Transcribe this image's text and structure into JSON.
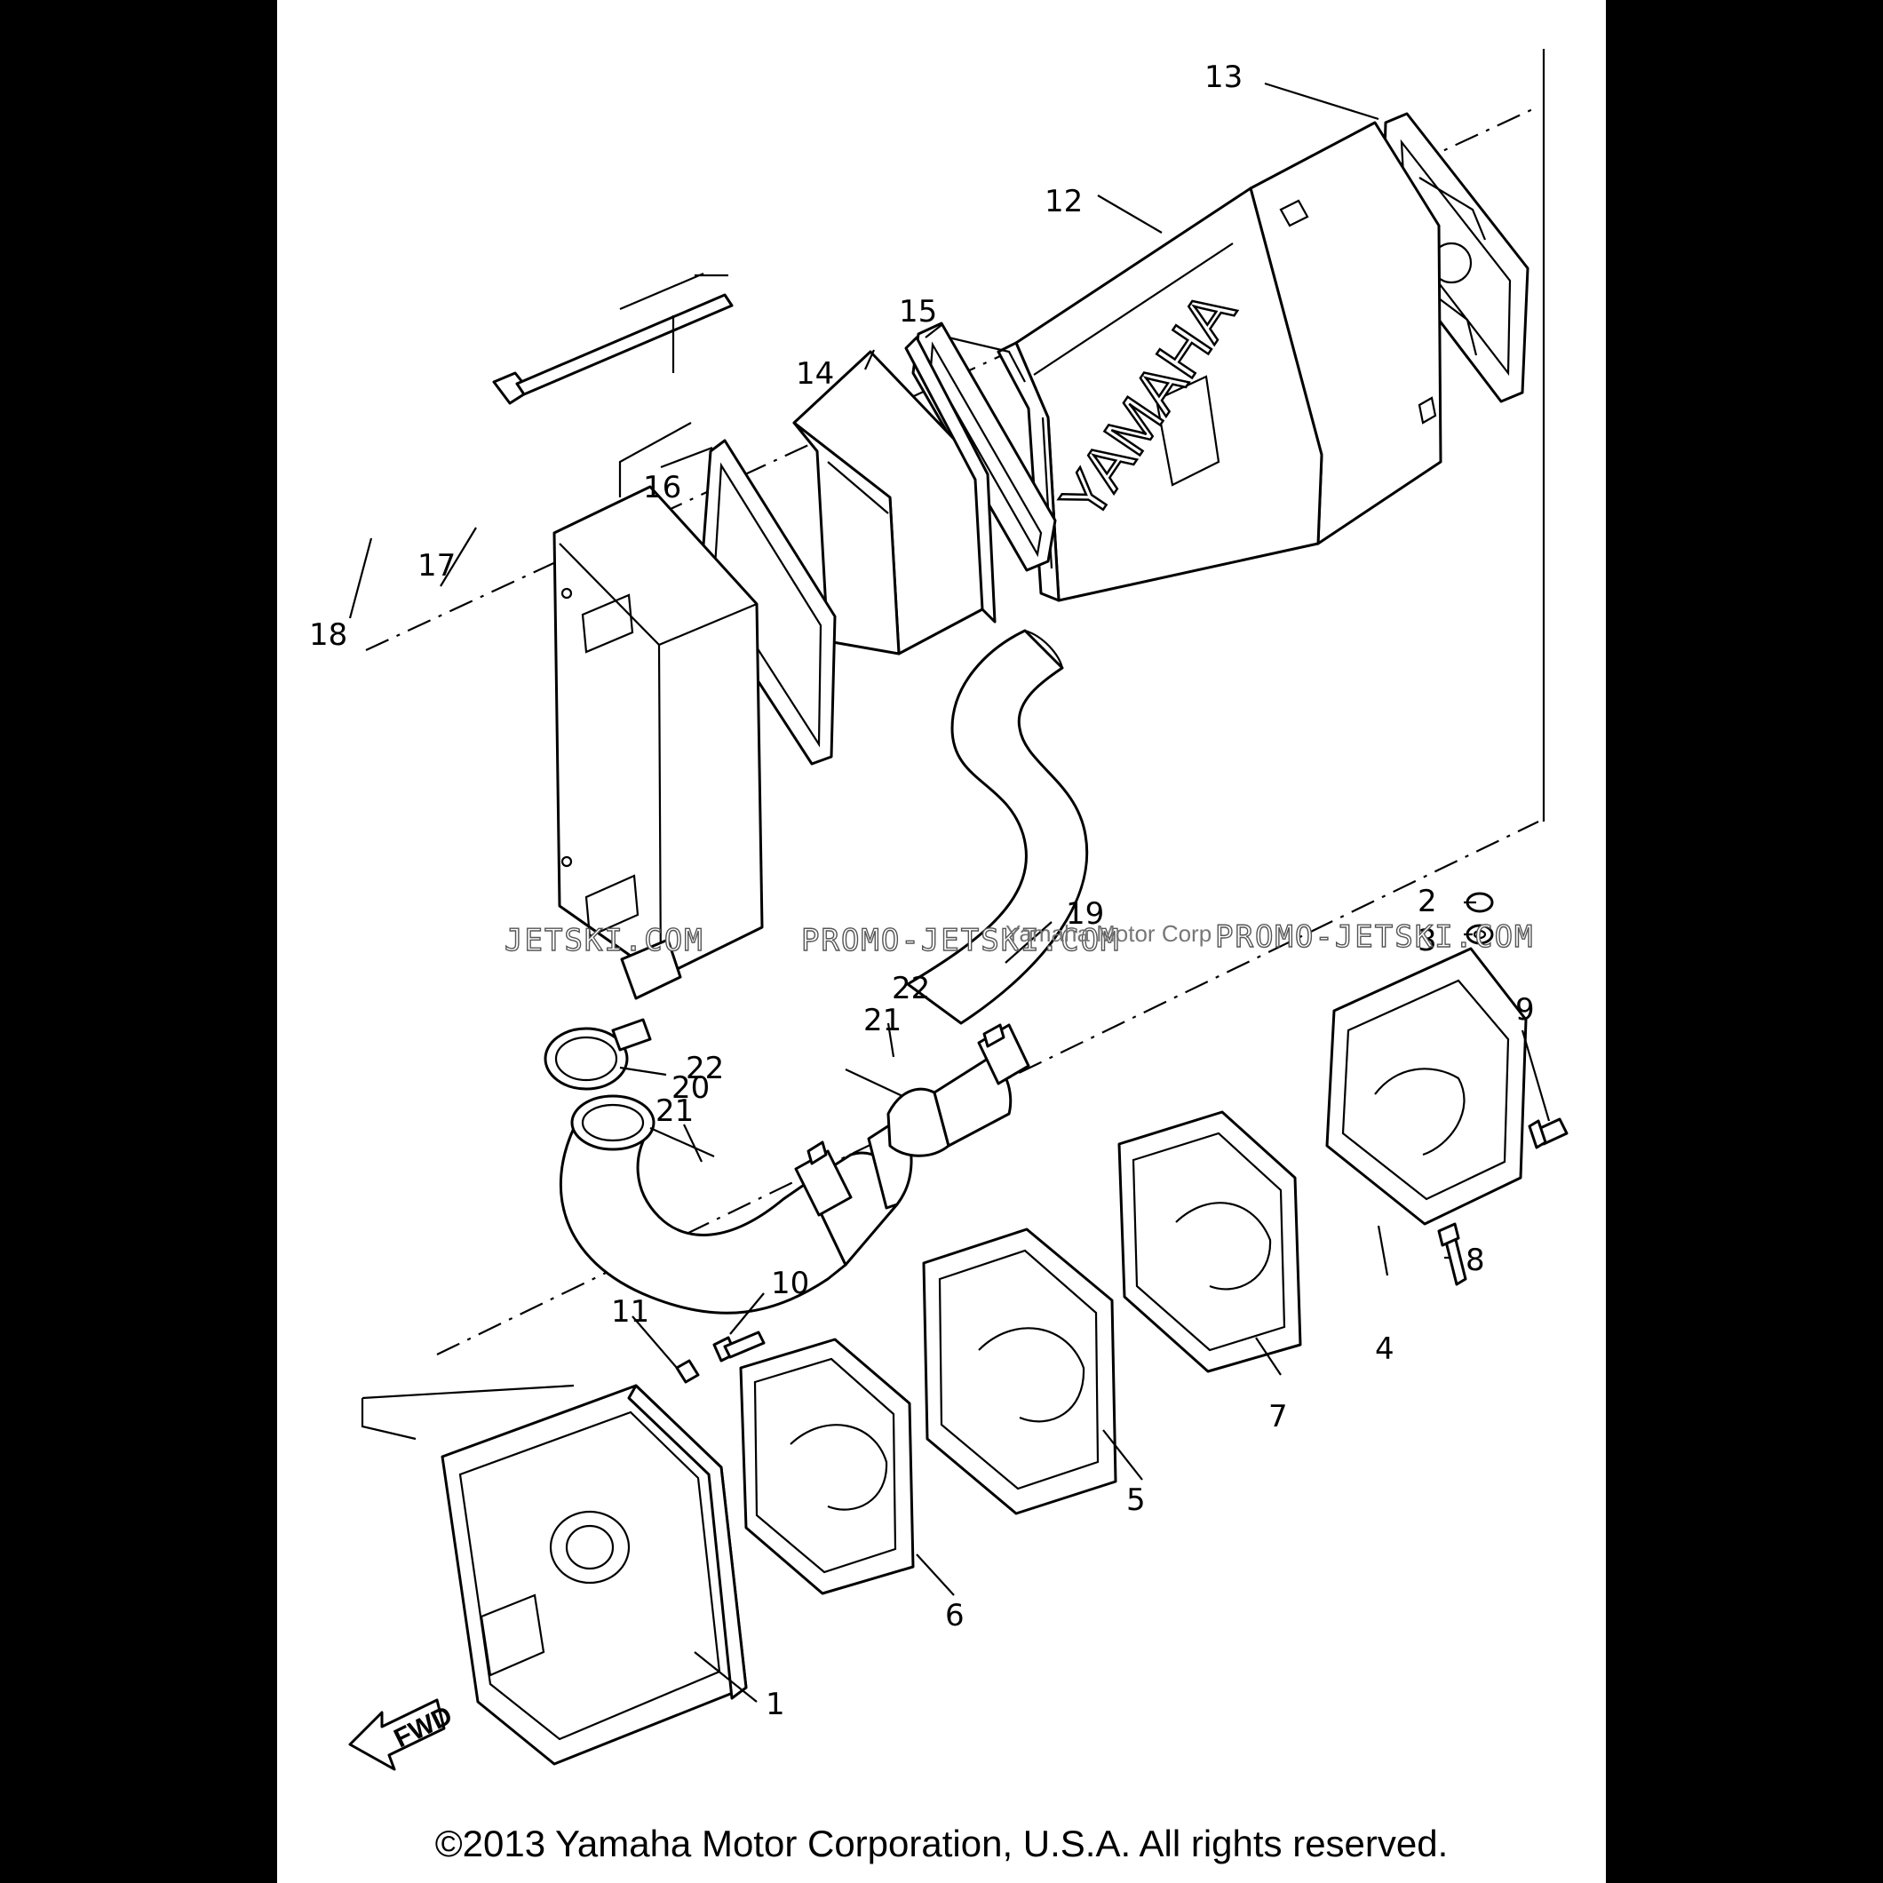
{
  "callouts": [
    "1",
    "2",
    "3",
    "4",
    "5",
    "6",
    "7",
    "8",
    "9",
    "10",
    "11",
    "12",
    "13",
    "14",
    "15",
    "16",
    "17",
    "18",
    "19",
    "20",
    "21",
    "22"
  ],
  "brand_text": "YAMAHA",
  "fwd_label": "FWD",
  "watermark": {
    "left": "JETSKI.COM",
    "center": "PROMO-JETSKI.COM",
    "right": "PROMO-JETSKI.COM",
    "overlay": "Yamaha Motor Corp"
  },
  "copyright": "©2013 Yamaha Motor Corporation, U.S.A. All rights reserved."
}
